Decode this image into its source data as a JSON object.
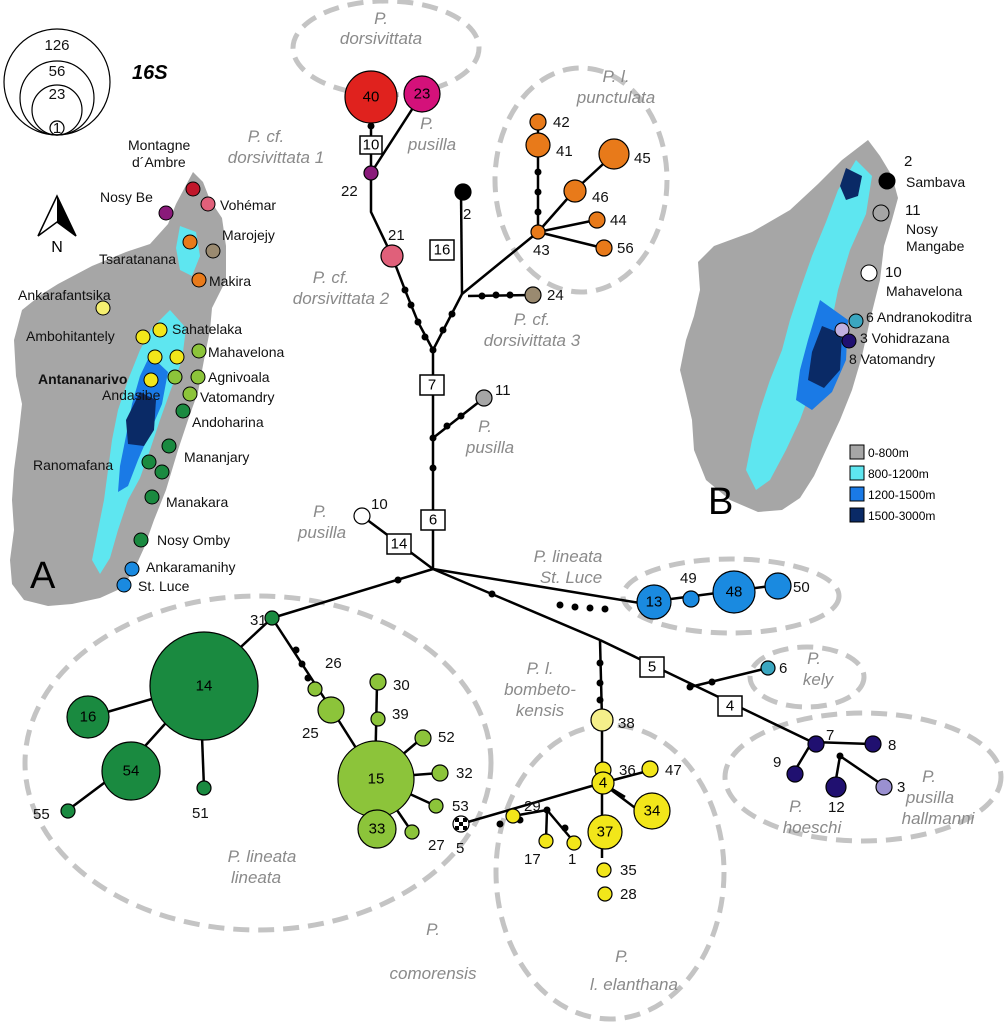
{
  "figure": {
    "legend_title": "16S",
    "size_legend": [
      "126",
      "56",
      "23",
      "1"
    ],
    "panel_a": "A",
    "panel_b": "B",
    "north": "N",
    "elevation_legend": [
      {
        "label": "0-800m",
        "color": "#a6a6a6"
      },
      {
        "label": "800-1200m",
        "color": "#5ee6f0"
      },
      {
        "label": "1200-1500m",
        "color": "#1a7ae6"
      },
      {
        "label": "1500-3000m",
        "color": "#0a2a66"
      }
    ]
  },
  "map_a_localities": [
    "Montagne",
    "d´Ambre",
    "Nosy Be",
    "Vohémar",
    "Marojejy",
    "Tsaratanana",
    "Makira",
    "Ankarafantsika",
    "Ambohitantely",
    "Sahatelaka",
    "Mahavelona",
    "Antananarivo",
    "Agnivoala",
    "Andasibe",
    "Vatomandry",
    "Andoharina",
    "Ranomafana",
    "Mananjary",
    "Manakara",
    "Nosy Omby",
    "Ankaramanihy",
    "St. Luce"
  ],
  "map_b_localities": [
    "2",
    "Sambava",
    "11",
    "Nosy",
    "Mangabe",
    "10",
    "Mahavelona",
    "6 Andranokoditra",
    "3 Vohidrazana",
    "8 Vatomandry"
  ],
  "groups": [
    "P.",
    "dorsivittata",
    "P. l.",
    "punctulata",
    "P. cf.",
    "dorsivittata 1",
    "P.",
    "pusilla",
    "P. cf.",
    "dorsivittata 2",
    "P. cf.",
    "dorsivittata 3",
    "P.",
    "pusilla",
    "P.",
    "pusilla",
    "P. lineata",
    "St. Luce",
    "P. l.",
    "bombeto-",
    "kensis",
    "P.",
    "kely",
    "P.",
    "hoeschi",
    "P.",
    "pusilla",
    "hallmanni",
    "P. lineata",
    "lineata",
    "P.",
    "comorensis",
    "P.",
    "l. elanthana"
  ],
  "mutation_steps": [
    "10",
    "16",
    "7",
    "6",
    "14",
    "5",
    "4"
  ],
  "haplotypes": {
    "inside": [
      "40",
      "23",
      "14",
      "16",
      "54",
      "15",
      "33",
      "13",
      "48",
      "4",
      "34",
      "37"
    ],
    "outside": [
      "22",
      "21",
      "2",
      "42",
      "41",
      "45",
      "46",
      "44",
      "43",
      "56",
      "24",
      "11",
      "10",
      "49",
      "50",
      "6",
      "31",
      "26",
      "30",
      "39",
      "25",
      "52",
      "32",
      "53",
      "27",
      "55",
      "51",
      "38",
      "36",
      "29",
      "47",
      "35",
      "28",
      "17",
      "1",
      "5",
      "7",
      "8",
      "9",
      "12",
      "3"
    ]
  }
}
